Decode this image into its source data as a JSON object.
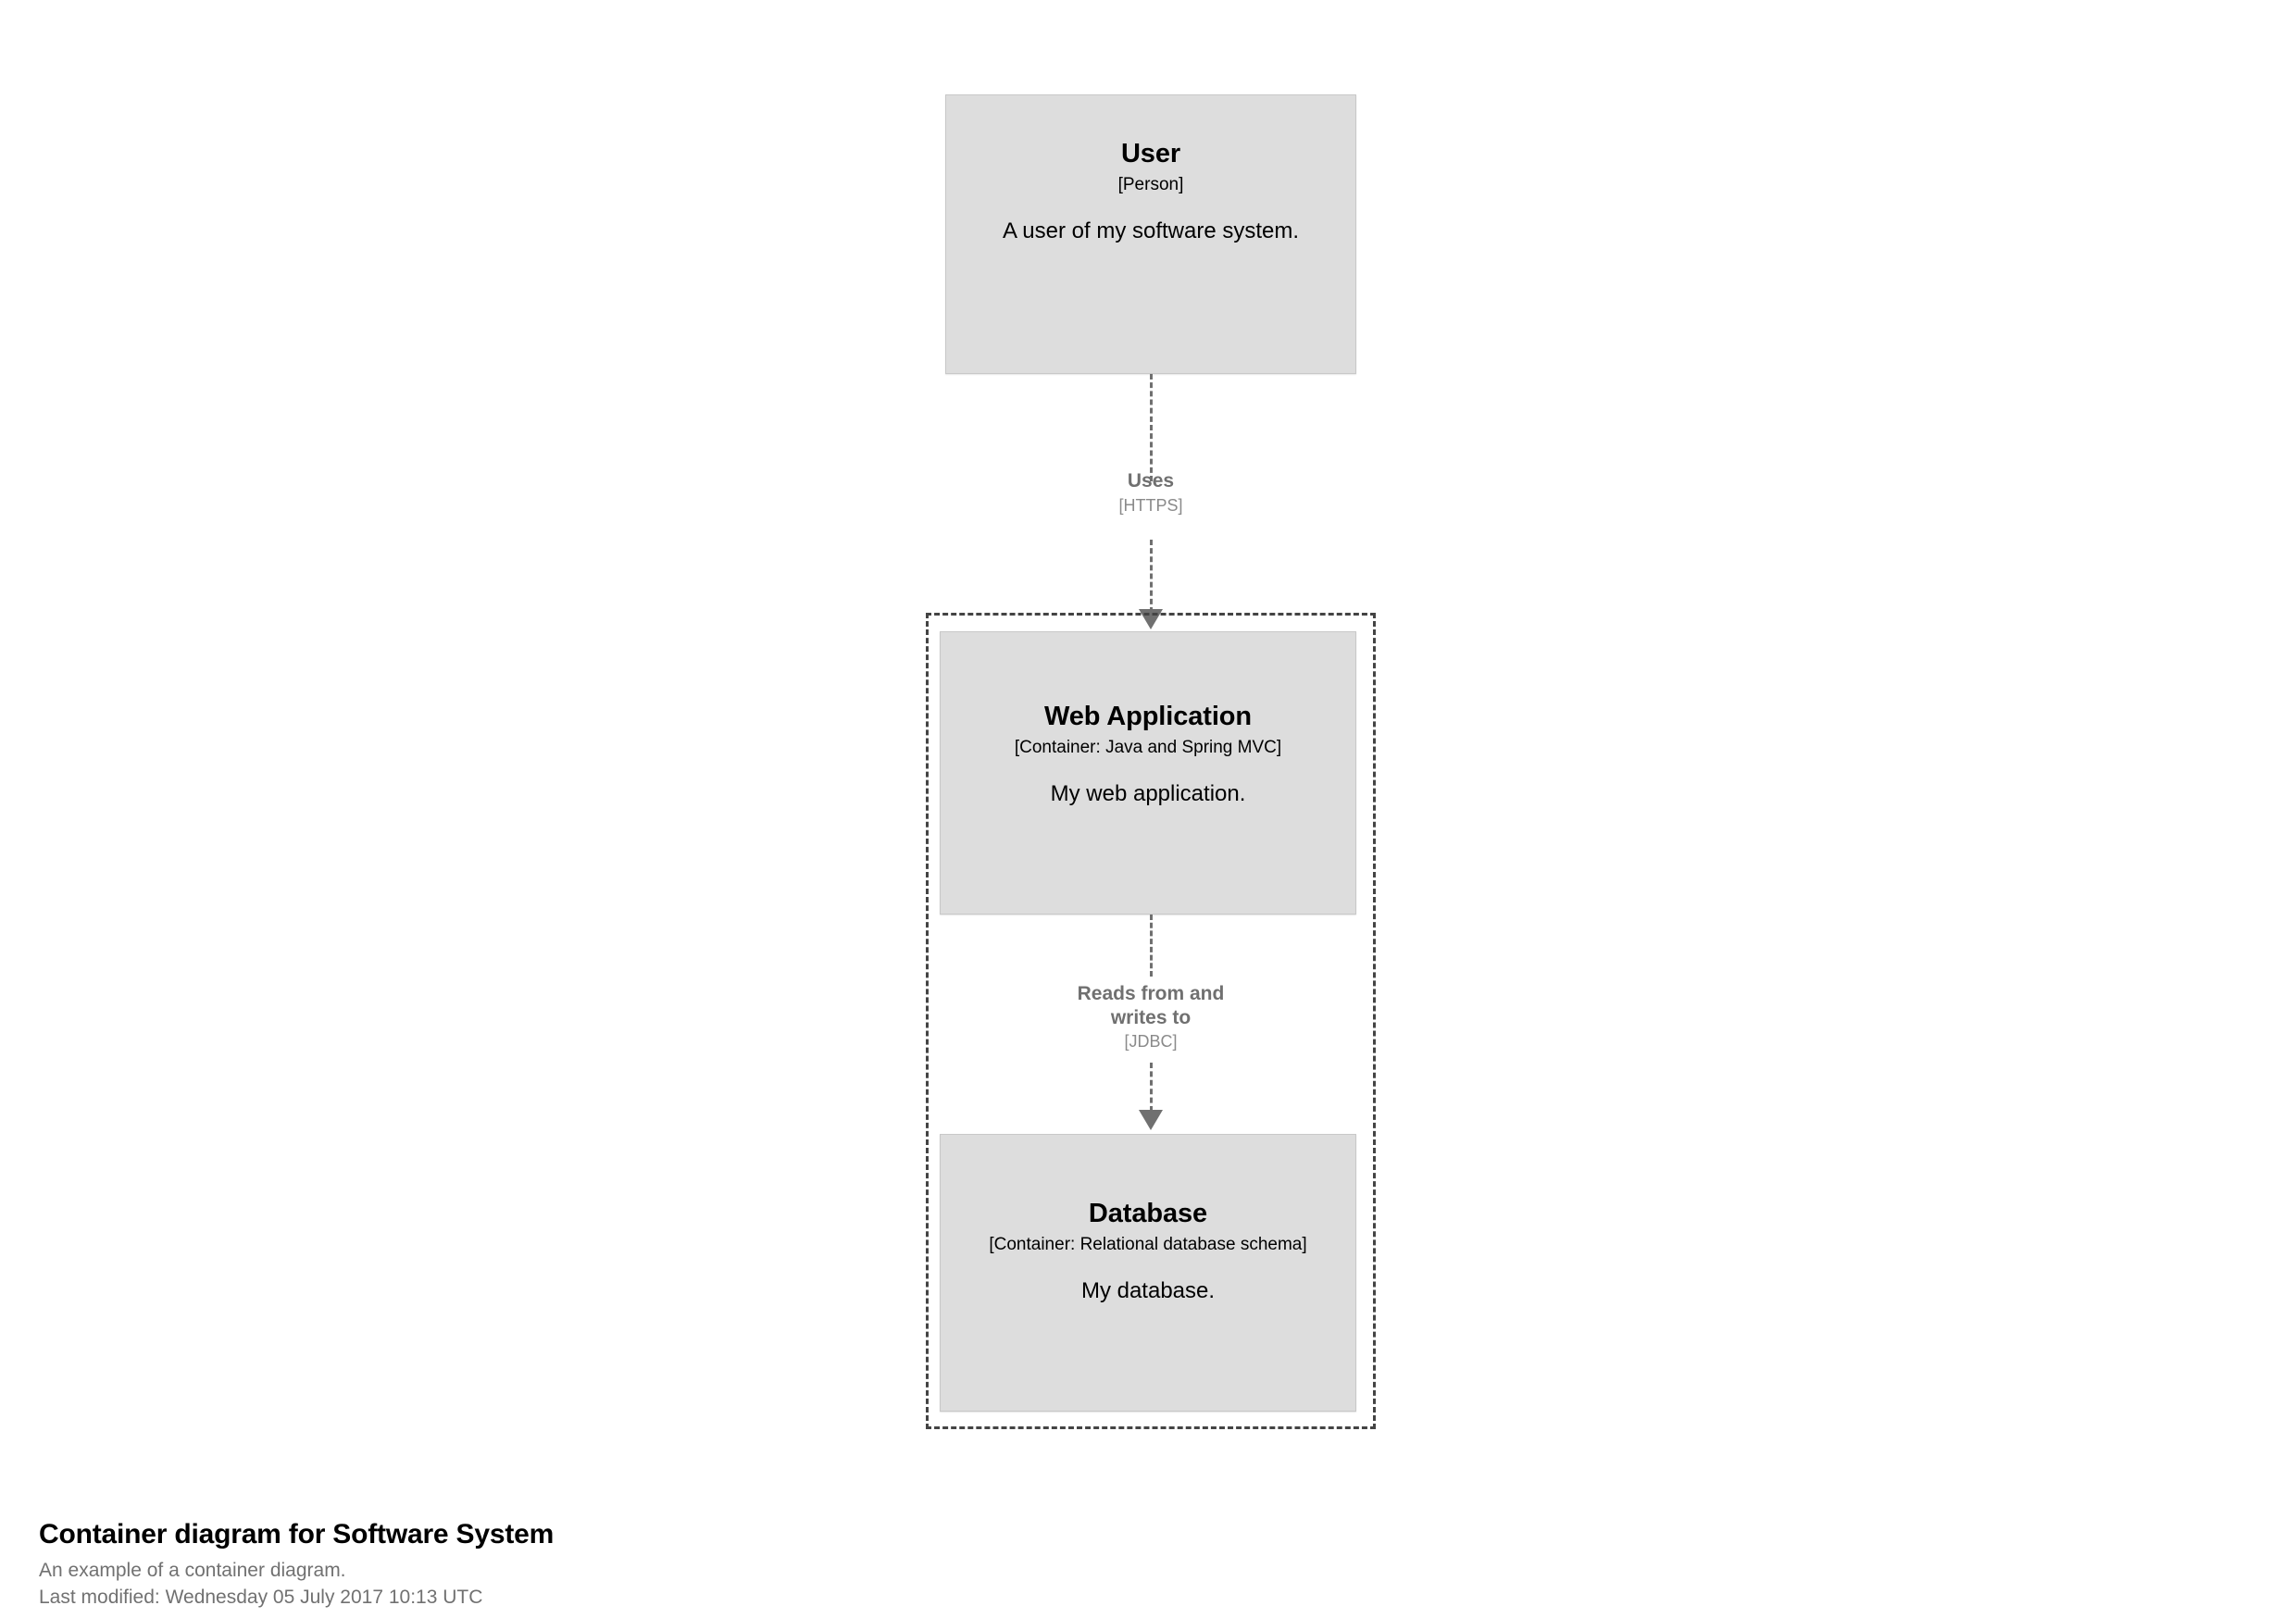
{
  "diagram": {
    "type": "c4-container-diagram",
    "background_color": "#ffffff",
    "element_fill_color": "#dddddd",
    "element_border_color": "#c8c8c8",
    "relationship_color": "#707070",
    "boundary_border_color": "#444444",
    "nodes": [
      {
        "id": "user",
        "name": "User",
        "tech": "[Person]",
        "description": "A user of my software system."
      },
      {
        "id": "webapp",
        "name": "Web Application",
        "tech": "[Container: Java and Spring MVC]",
        "description": "My web application."
      },
      {
        "id": "database",
        "name": "Database",
        "tech": "[Container: Relational database schema]",
        "description": "My database."
      }
    ],
    "relationships": [
      {
        "id": "uses",
        "from": "user",
        "to": "webapp",
        "description": "Uses",
        "technology": "[HTTPS]"
      },
      {
        "id": "reads-writes",
        "from": "webapp",
        "to": "database",
        "description_line1": "Reads from and",
        "description_line2": "writes to",
        "technology": "[JDBC]"
      }
    ]
  },
  "caption": {
    "title": "Container diagram for Software System",
    "subtitle": "An example of a container diagram.",
    "last_modified": "Last modified: Wednesday 05 July 2017 10:13 UTC"
  }
}
